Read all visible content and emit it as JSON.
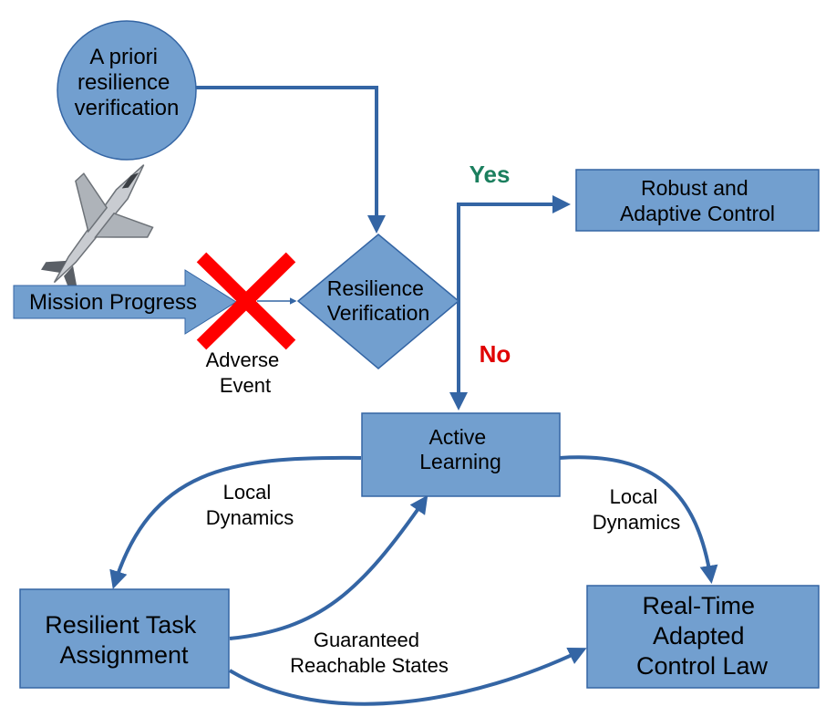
{
  "nodes": {
    "a_priori": {
      "line1": "A priori",
      "line2": "resilience",
      "line3": "verification"
    },
    "resilience_verification": {
      "line1": "Resilience",
      "line2": "Verification"
    },
    "robust_adaptive": {
      "line1": "Robust and",
      "line2": "Adaptive Control"
    },
    "active_learning": {
      "line1": "Active",
      "line2": "Learning"
    },
    "resilient_task": {
      "line1": "Resilient Task",
      "line2": "Assignment"
    },
    "real_time": {
      "line1": "Real-Time",
      "line2": "Adapted",
      "line3": "Control Law"
    },
    "mission_progress": {
      "label": "Mission Progress"
    }
  },
  "labels": {
    "yes": "Yes",
    "no": "No",
    "adverse_event": {
      "line1": "Adverse",
      "line2": "Event"
    },
    "local_dynamics_left": {
      "line1": "Local",
      "line2": "Dynamics"
    },
    "local_dynamics_right": {
      "line1": "Local",
      "line2": "Dynamics"
    },
    "guaranteed": {
      "line1": "Guaranteed",
      "line2": "Reachable States"
    }
  },
  "colors": {
    "box_fill": "#729fcf",
    "box_stroke": "#3465a4",
    "arrow": "#3465a4",
    "yes": "#1b7f5e",
    "no": "#e00000",
    "cross": "#ff0000"
  }
}
